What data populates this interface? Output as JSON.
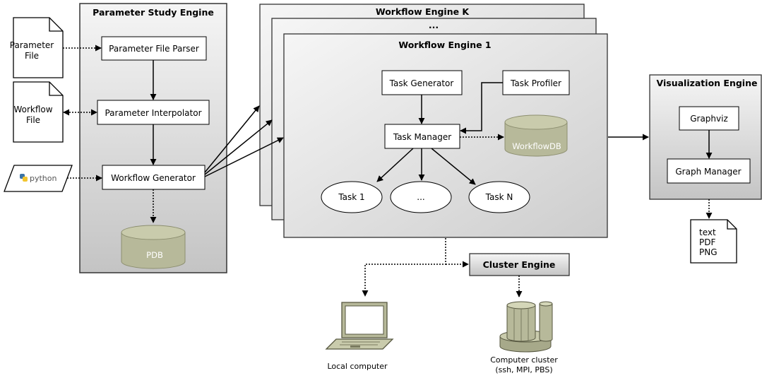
{
  "parameter_study_engine": {
    "title": "Parameter Study Engine",
    "boxes": {
      "parser": "Parameter File Parser",
      "interpolator": "Parameter Interpolator",
      "generator": "Workflow Generator"
    },
    "db": "PDB"
  },
  "inputs": {
    "parameter_file": [
      "Parameter",
      "File"
    ],
    "workflow_file": [
      "Workflow",
      "File"
    ],
    "python_logo": "python"
  },
  "workflow_engines": {
    "back_title": "Workflow Engine K",
    "middle_title": "...",
    "front_title": "Workflow Engine 1",
    "task_generator": "Task Generator",
    "task_profiler": "Task Profiler",
    "task_manager": "Task Manager",
    "db": "WorkflowDB",
    "tasks": [
      "Task 1",
      "...",
      "Task N"
    ]
  },
  "visualization_engine": {
    "title": "Visualization Engine",
    "graphviz": "Graphviz",
    "graph_manager": "Graph Manager",
    "outputs": [
      "text",
      "PDF",
      "PNG"
    ]
  },
  "cluster_engine": {
    "title": "Cluster Engine"
  },
  "targets": {
    "local": "Local computer",
    "cluster": [
      "Computer cluster",
      "(ssh, MPI, PBS)"
    ]
  },
  "colors": {
    "panel_top": "#f4f4f4",
    "panel_bottom": "#c6c6c6",
    "db_fill": "#b7b99a",
    "db_stroke": "#8d8f70",
    "python_blue": "#3a73a6",
    "python_yellow": "#f2c530"
  }
}
